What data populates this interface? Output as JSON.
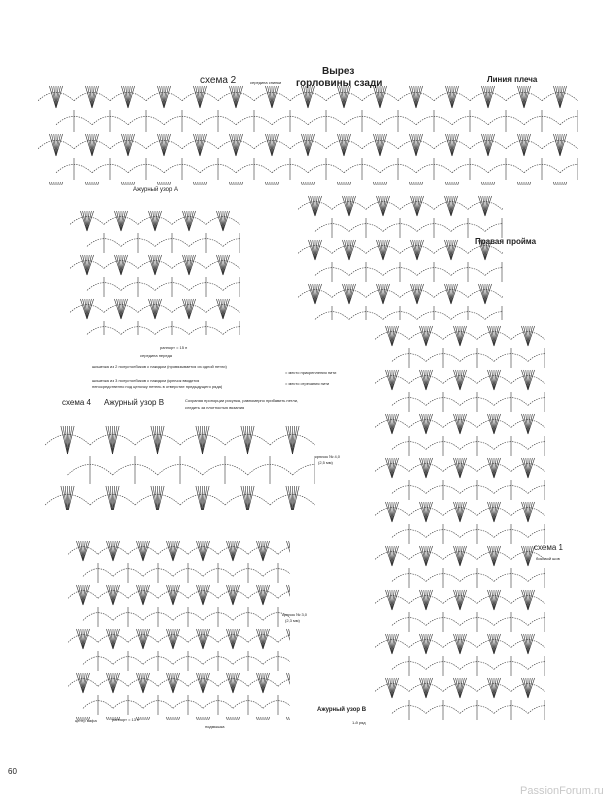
{
  "scheme2": {
    "label": "схема 2",
    "back_center": "середина спинки",
    "neckline": [
      "Вырез",
      "горловины сзади"
    ],
    "shoulder_line": "Линия плеча"
  },
  "patternA": {
    "label": "Ажурный узор A",
    "repeat": "раппорт = 15 п",
    "front_center": "середина переда"
  },
  "legend": {
    "item1": "шишечка из 2 полустолбиков с накидом (провязывается из одной петли)",
    "item2a": "шишечка из 3 полустолбиков с накидом (крючок вводится",
    "item2b": "непосредственно под цепочку петель в отверстие предыдущего ряда)",
    "item3": "= место прикрепления нити",
    "item4": "= место отрезания нити"
  },
  "scheme4": {
    "label": "схема 4",
    "pattern": "Ажурный узор B",
    "note1": "Сохраняя пропорции рисунка, равномерно прибавить петли,",
    "note2": "следить за плотностью вязания",
    "hook1": "крючок № 4,0",
    "hook1_mm": "(2,5 мм)",
    "hook2": "крючок № 3,0",
    "hook2_mm": "(2,3 мм)",
    "sleeve_center": "центр вафа",
    "repeat": "раппорт = 13 п",
    "armpit": "подмышка"
  },
  "scheme1": {
    "label": "схема 1",
    "side_seam": "боковой шов",
    "right_armhole": "Правая пройма",
    "pattern": "Ажурный узор B",
    "first_row": "1-й ряд"
  },
  "page_number": "60",
  "watermark": "PassionForum.ru"
}
